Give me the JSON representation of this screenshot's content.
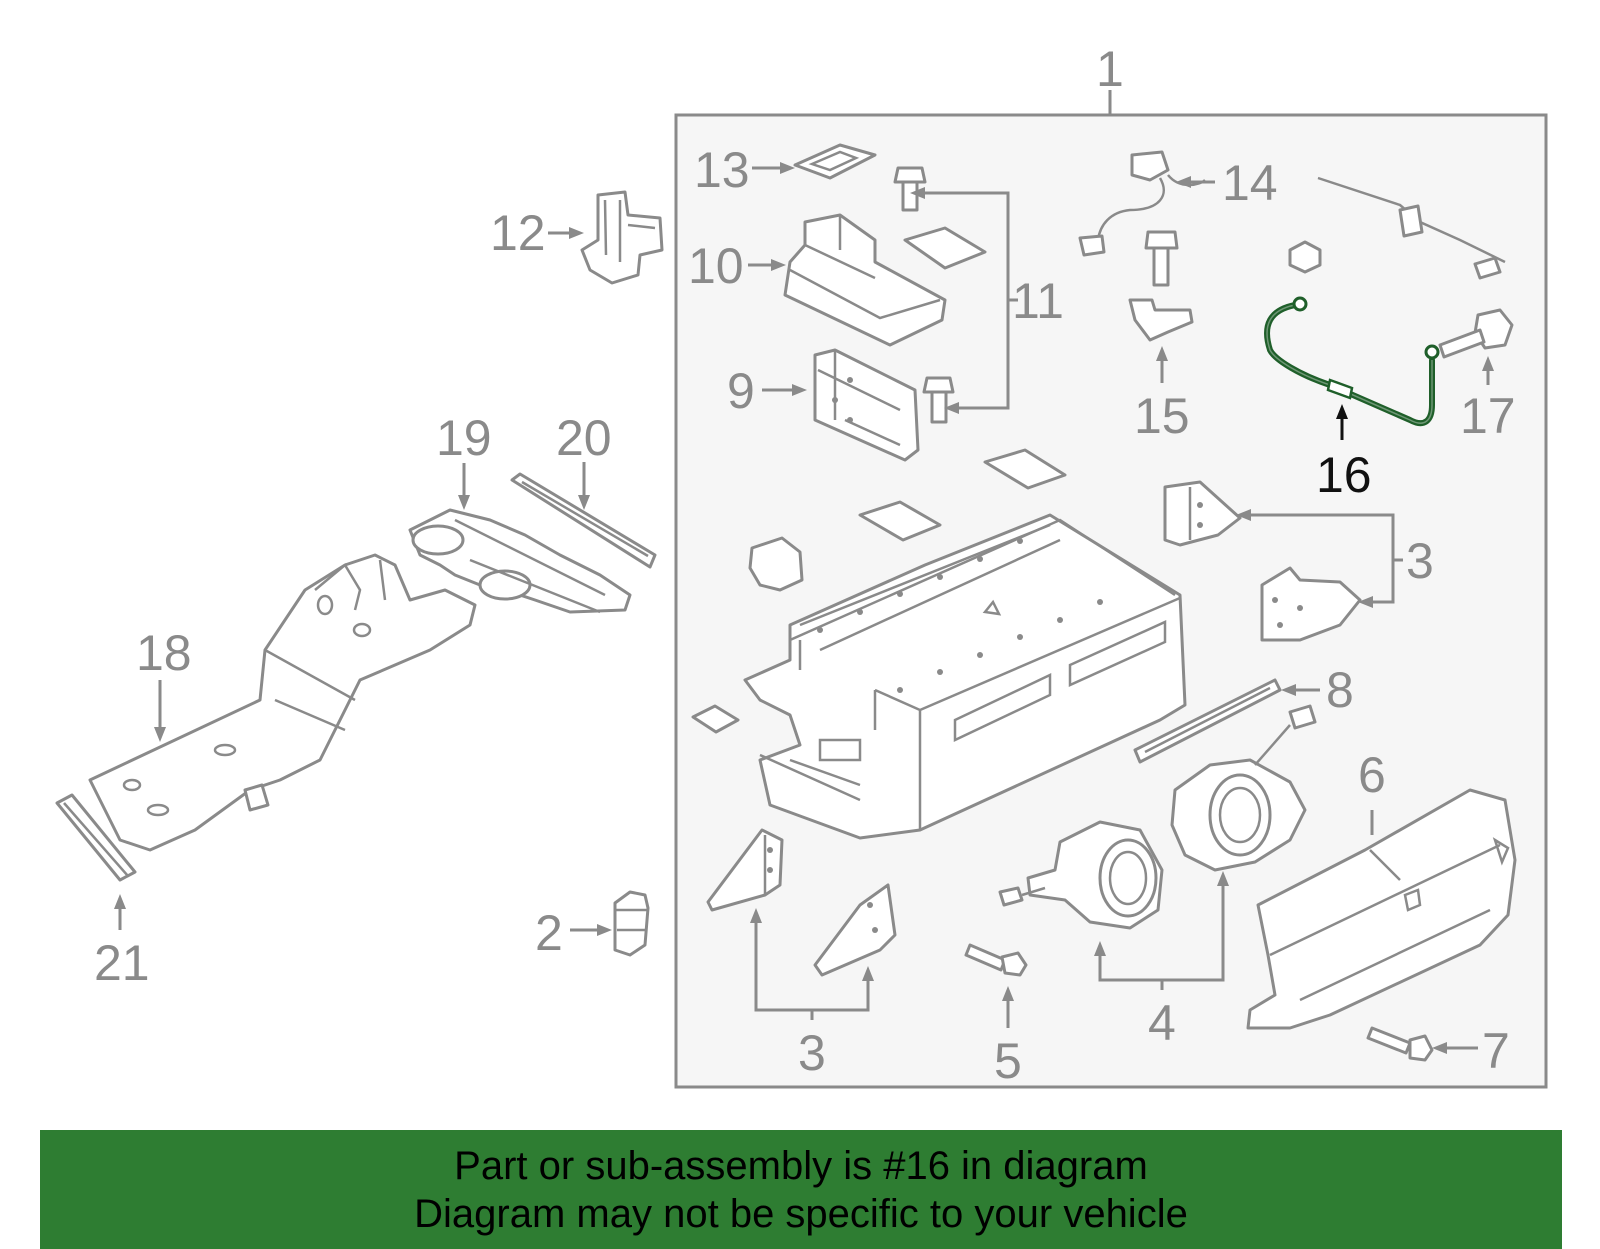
{
  "diagram": {
    "callouts": {
      "c1": "1",
      "c2": "2",
      "c3a": "3",
      "c3b": "3",
      "c4": "4",
      "c5": "5",
      "c6": "6",
      "c7": "7",
      "c8": "8",
      "c9": "9",
      "c10": "10",
      "c11": "11",
      "c12": "12",
      "c13": "13",
      "c14": "14",
      "c15": "15",
      "c16": "16",
      "c17": "17",
      "c18": "18",
      "c19": "19",
      "c20": "20",
      "c21": "21"
    },
    "highlighted_part": "16",
    "colors": {
      "highlight": "#1f5f2a",
      "line": "#8a8a8a",
      "banner": "#2e7d32"
    }
  },
  "banner": {
    "line1": "Part or sub-assembly is #16 in diagram",
    "line2": "Diagram may not be specific to your vehicle"
  }
}
